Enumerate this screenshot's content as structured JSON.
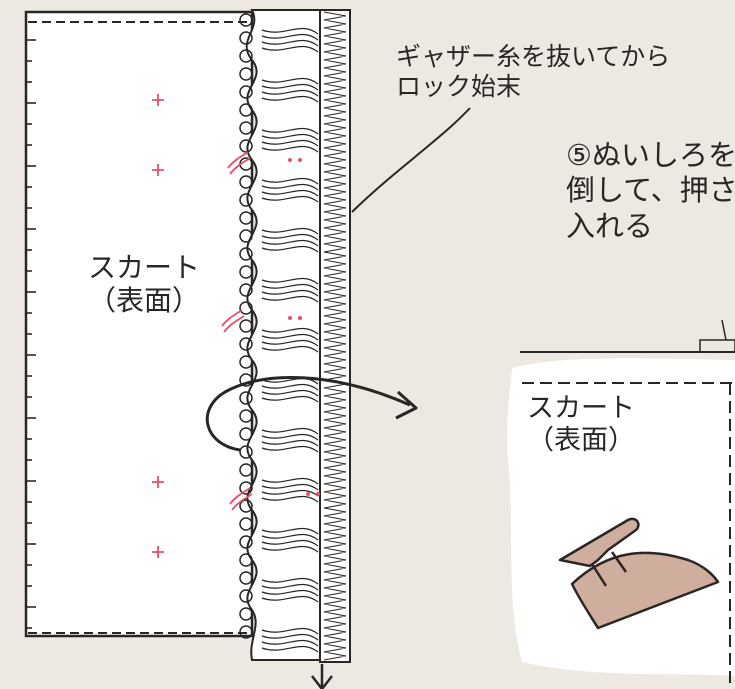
{
  "labels": {
    "gather_note": [
      "ギャザー糸を抜いてから",
      "ロック始末"
    ],
    "step_note": [
      "⑤ぬいしろを",
      "倒して、押さ",
      "入れる"
    ],
    "skirt_left": [
      "スカート",
      "（表面）"
    ],
    "skirt_right": [
      "スカート",
      "（表面）"
    ]
  },
  "colors": {
    "background": "#ede8e1",
    "panel": "#ffffff",
    "line": "#2a2624",
    "pin_marks": "#e8506a",
    "iron": "#cfae9d"
  },
  "icons": [
    "iron-icon",
    "curved-arrow-icon",
    "down-arrow-icon"
  ]
}
